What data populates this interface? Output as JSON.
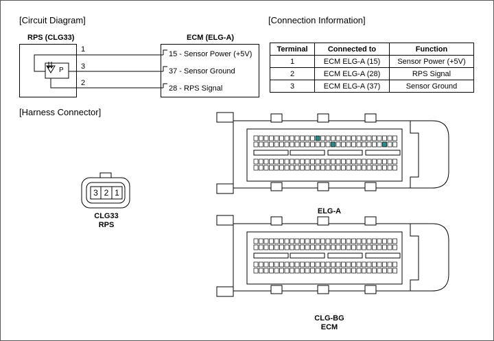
{
  "sections": {
    "circuit_diagram": "[Circuit Diagram]",
    "connection_information": "[Connection Information]",
    "harness_connector": "[Harness Connector]"
  },
  "circuit": {
    "rps_title": "RPS (CLG33)",
    "ecm_title": "ECM (ELG-A)",
    "sensor_symbol_letter": "P",
    "rps_pins": [
      "1",
      "3",
      "2"
    ],
    "ecm_pins": [
      "15 - Sensor Power (+5V)",
      "37 - Sensor Ground",
      "28 - RPS Signal"
    ]
  },
  "connection_table": {
    "headers": [
      "Terminal",
      "Connected to",
      "Function"
    ],
    "rows": [
      [
        "1",
        "ECM ELG-A (15)",
        "Sensor Power (+5V)"
      ],
      [
        "2",
        "ECM ELG-A (28)",
        "RPS Signal"
      ],
      [
        "3",
        "ECM ELG-A (37)",
        "Sensor Ground"
      ]
    ]
  },
  "harness": {
    "clg33_pins": [
      "3",
      "2",
      "1"
    ],
    "clg33_name": "CLG33",
    "clg33_desc": "RPS",
    "elga_name": "ELG-A",
    "clgbg_name": "CLG-BG",
    "clgbg_desc": "ECM"
  },
  "colors": {
    "line": "#000000",
    "highlight_pin": "#2a8a8a"
  }
}
